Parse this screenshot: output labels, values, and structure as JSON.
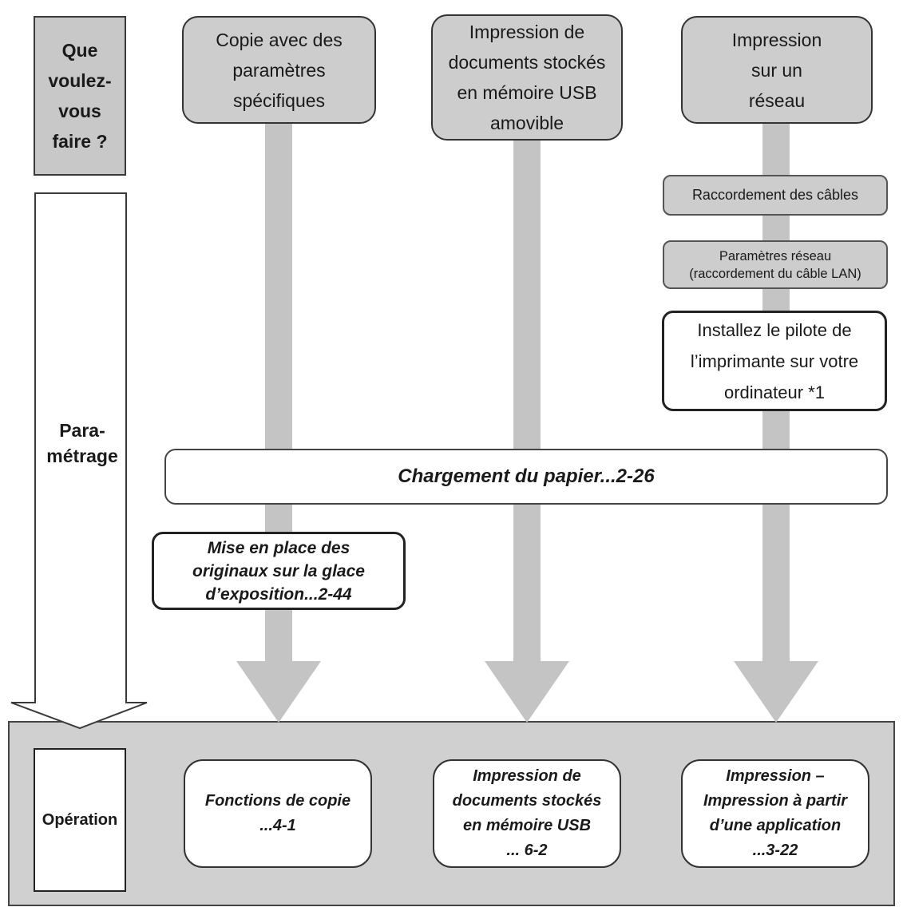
{
  "question": {
    "lines": [
      "Que",
      "voulez-",
      "vous",
      "faire ?"
    ]
  },
  "parametrage": {
    "lines": [
      "Para-",
      "métrage"
    ]
  },
  "operation": {
    "label": "Opération"
  },
  "goals": [
    {
      "lines": [
        "Copie avec des",
        "paramètres",
        "spécifiques"
      ]
    },
    {
      "lines": [
        "Impression de",
        "documents stockés",
        "en mémoire USB",
        "amovible"
      ]
    },
    {
      "lines": [
        "Impression",
        "sur un",
        "réseau"
      ]
    }
  ],
  "network_steps": [
    {
      "lines": [
        "Raccordement des câbles"
      ]
    },
    {
      "lines": [
        "Paramètres réseau",
        "(raccordement du câble LAN)"
      ]
    },
    {
      "lines": [
        "Installez le pilote de",
        "l’imprimante sur votre",
        "ordinateur   *1"
      ]
    }
  ],
  "paper_loading": {
    "label": "Chargement du papier...2-26"
  },
  "originals": {
    "lines": [
      "Mise en place des",
      "originaux sur la glace",
      "d’exposition...2-44"
    ]
  },
  "destinations": [
    {
      "lines": [
        "Fonctions de copie",
        "...4-1"
      ]
    },
    {
      "lines": [
        "Impression de",
        "documents stockés",
        "en mémoire USB",
        "... 6-2"
      ]
    },
    {
      "lines": [
        "Impression –",
        "Impression à partir",
        "d’une application",
        "...3-22"
      ]
    }
  ],
  "colors": {
    "shaft": "#c4c4c4",
    "panel": "#d0d0d0",
    "box_fill": "#cdcdcd",
    "outline": "#333333"
  }
}
